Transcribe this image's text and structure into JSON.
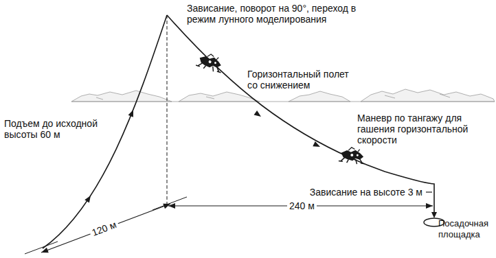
{
  "diagram": {
    "labels": [
      "Зависание, поворот на 90°, переход в режим лунного моделирования",
      "Горизонтальный полет со снижением",
      "Подъем до исходной высоты 60 м",
      "Маневр по тангажу для гашения горизонтальной скорости",
      "Зависание на высоте 3 м",
      "Посадочная площадка",
      "120 м",
      "240 м"
    ]
  }
}
